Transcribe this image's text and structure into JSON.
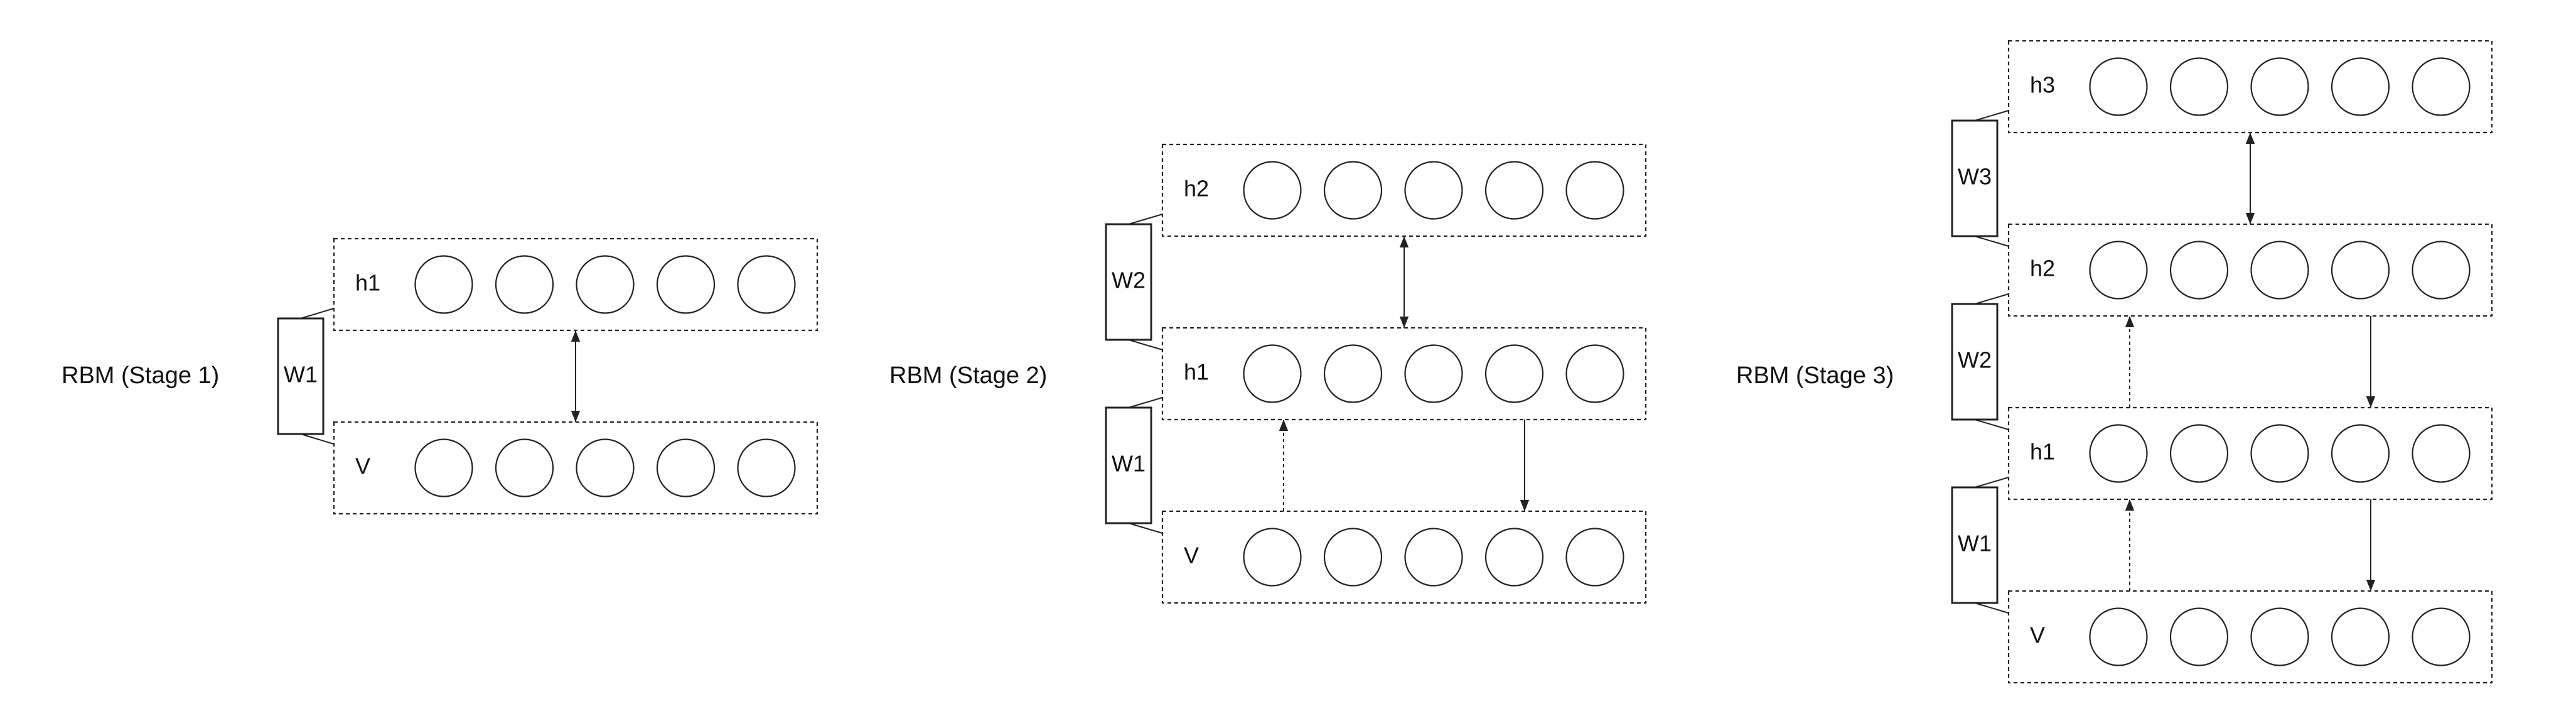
{
  "stages": [
    {
      "label": "RBM (Stage 1)",
      "layers": [
        {
          "label": "h1",
          "units": 5
        },
        {
          "label": "V",
          "units": 5
        }
      ],
      "weights": [
        "W1"
      ],
      "arrows": [
        {
          "between": [
            "h1",
            "V"
          ],
          "kind": "bidirectional-solid"
        }
      ]
    },
    {
      "label": "RBM (Stage 2)",
      "layers": [
        {
          "label": "h2",
          "units": 5
        },
        {
          "label": "h1",
          "units": 5
        },
        {
          "label": "V",
          "units": 5
        }
      ],
      "weights": [
        "W2",
        "W1"
      ],
      "arrows": [
        {
          "between": [
            "h2",
            "h1"
          ],
          "kind": "bidirectional-solid"
        },
        {
          "between": [
            "V",
            "h1"
          ],
          "kind": "up-dotted"
        },
        {
          "between": [
            "h1",
            "V"
          ],
          "kind": "down-solid"
        }
      ]
    },
    {
      "label": "RBM (Stage 3)",
      "layers": [
        {
          "label": "h3",
          "units": 5
        },
        {
          "label": "h2",
          "units": 5
        },
        {
          "label": "h1",
          "units": 5
        },
        {
          "label": "V",
          "units": 5
        }
      ],
      "weights": [
        "W3",
        "W2",
        "W1"
      ],
      "arrows": [
        {
          "between": [
            "h3",
            "h2"
          ],
          "kind": "bidirectional-solid"
        },
        {
          "between": [
            "h1",
            "h2"
          ],
          "kind": "up-dotted"
        },
        {
          "between": [
            "h2",
            "h1"
          ],
          "kind": "down-solid"
        },
        {
          "between": [
            "V",
            "h1"
          ],
          "kind": "up-dotted"
        },
        {
          "between": [
            "h1",
            "V"
          ],
          "kind": "down-solid"
        }
      ]
    }
  ],
  "colors": {
    "stroke": "#222222",
    "background": "#ffffff"
  }
}
